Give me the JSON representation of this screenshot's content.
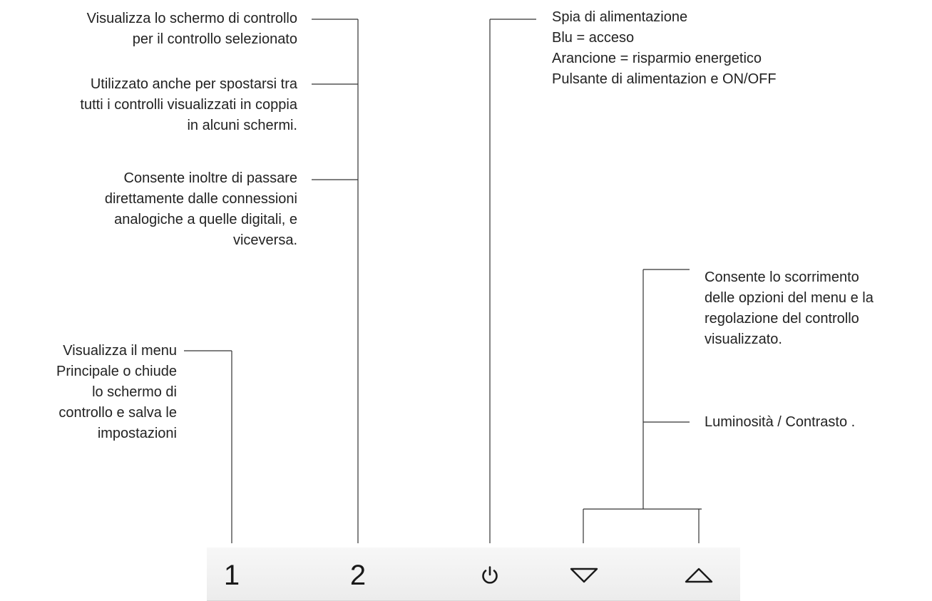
{
  "callouts": {
    "display_control": [
      "Visualizza lo schermo di controllo",
      "per il controllo selezionato"
    ],
    "move_pairs": [
      "Utilizzato anche per spostarsi tra",
      "tutti i controlli visualizzati in coppia",
      "in alcuni schermi."
    ],
    "analog_digital": [
      "Consente inoltre di passare",
      "direttamente dalle connessioni",
      "analogiche a quelle digitali, e",
      "viceversa."
    ],
    "main_menu": [
      "Visualizza il menu",
      "Principale o chiude",
      "lo schermo di",
      "controllo e salva le",
      "impostazioni"
    ],
    "power": [
      "Spia di alimentazione",
      "Blu = acceso",
      "Arancione = risparmio energetico",
      "Pulsante di alimentazion e ON/OFF"
    ],
    "scroll_menu": [
      "Consente lo scorrimento",
      "delle opzioni del menu e la",
      "regolazione del controllo",
      "visualizzato."
    ],
    "brightness": "Luminosità / Contrasto ."
  },
  "buttons": {
    "button_1": "1",
    "button_2": "2",
    "power_icon": "power-icon",
    "down_icon": "triangle-down-icon",
    "up_icon": "triangle-up-icon"
  },
  "colors": {
    "line": "#333333",
    "text": "#222222",
    "panel": "#f2f2f2"
  }
}
